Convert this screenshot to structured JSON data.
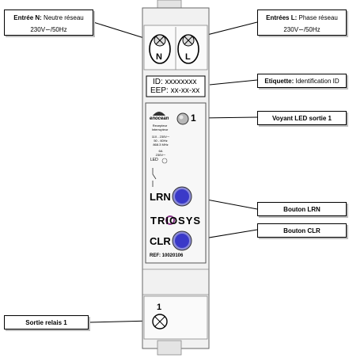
{
  "callouts": {
    "neutral": {
      "label_bold": "Entrée N:",
      "label_rest": " Neutre réseau",
      "line2": "230V∽/50Hz"
    },
    "phase": {
      "label_bold": "Entrées L:",
      "label_rest": " Phase réseau",
      "line2": "230V∽/50Hz"
    },
    "etiquette": {
      "label_bold": "Etiquette:",
      "label_rest": " Identification ID"
    },
    "led": {
      "label": "Voyant LED sortie 1"
    },
    "lrn": {
      "label": "Bouton LRN"
    },
    "clr": {
      "label": "Bouton CLR"
    },
    "relay": {
      "label": "Sortie relais 1"
    }
  },
  "device": {
    "terminal_n": "N",
    "terminal_l": "L",
    "id_line": "ID: xxxxxxxx",
    "eep_line": "EEP: xx-xx-xx",
    "brand": "enocean",
    "recepteur": "Recepteur",
    "interrupteur": "Interrupteur",
    "spec_voltage": "110 - 230V∽",
    "spec_freq": "50 - 60Hz",
    "spec_mhz": "868.3 MHz",
    "spec_amps": "6A",
    "spec_out": "230V∽",
    "led_label": "LED",
    "led_number": "1",
    "lrn_label": "LRN",
    "logo": "TRIOSYS",
    "clr_label": "CLR",
    "ref": "REF: 10020106",
    "relay_number": "1"
  },
  "colors": {
    "button_blue": "#3a39c8",
    "button_ring": "#8a8ad8",
    "housing": "#f1f1f1",
    "logo_accent": "#8e3a8e"
  }
}
